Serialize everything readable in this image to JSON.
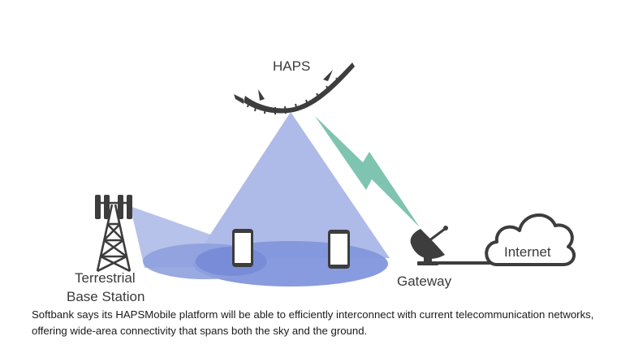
{
  "labels": {
    "haps": "HAPS",
    "terrestrial_line1": "Terrestrial",
    "terrestrial_line2": "Base Station",
    "gateway": "Gateway",
    "internet": "Internet"
  },
  "caption": "Softbank says its HAPSMobile platform will be able to efficiently interconnect with current telecommunication networks, offering wide-area connectivity that spans both the sky and the ground.",
  "colors": {
    "coverage_beam": "#a9b6e6",
    "coverage_footprint": "#7f93dc",
    "overlap": "#6a80d2",
    "link_bolt": "#7dc3b0",
    "icon_dark": "#3d3d3d"
  },
  "icons": [
    "aircraft-icon",
    "cell-tower-icon",
    "smartphone-icon",
    "satellite-dish-icon",
    "cloud-icon"
  ]
}
